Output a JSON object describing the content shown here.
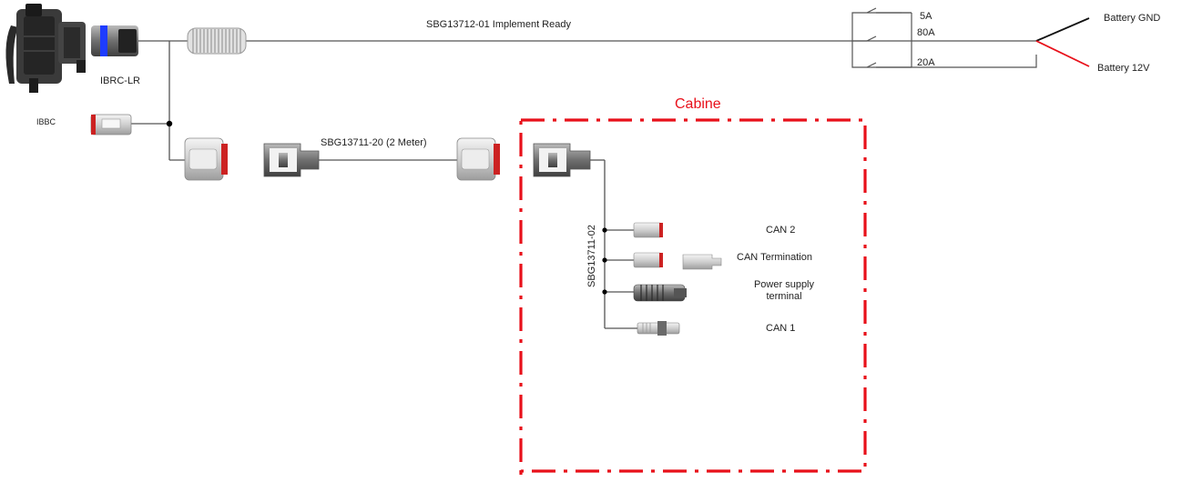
{
  "labels": {
    "main_cable": "SBG13712-01 Implement Ready",
    "ibrc": "IBRC-LR",
    "ibbc": "IBBC",
    "fuse_5a": "5A",
    "fuse_80a": "80A",
    "fuse_20a": "20A",
    "battery_gnd": "Battery GND",
    "battery_12v": "Battery 12V",
    "extension_cable": "SBG13711-20 (2 Meter)",
    "cabine": "Cabine",
    "cabin_harness": "SBG13711-02",
    "can2": "CAN 2",
    "can_termination": "CAN Termination",
    "power_supply_line1": "Power supply",
    "power_supply_line2": "terminal",
    "can1": "CAN 1"
  },
  "colors": {
    "wire": "#555555",
    "cabine": "#e8101a",
    "battery_gnd_wire": "#111111",
    "battery_12v_wire": "#e8101a",
    "connector_accent": "#cc2222",
    "ibrc_accent": "#1e3cff"
  },
  "icons": [
    "controller-icon",
    "ibrc-connector-icon",
    "cable-coil-icon",
    "fuse-box-icon",
    "dt-connector-icon",
    "terminal-connector-icon",
    "m12-connector-icon"
  ]
}
